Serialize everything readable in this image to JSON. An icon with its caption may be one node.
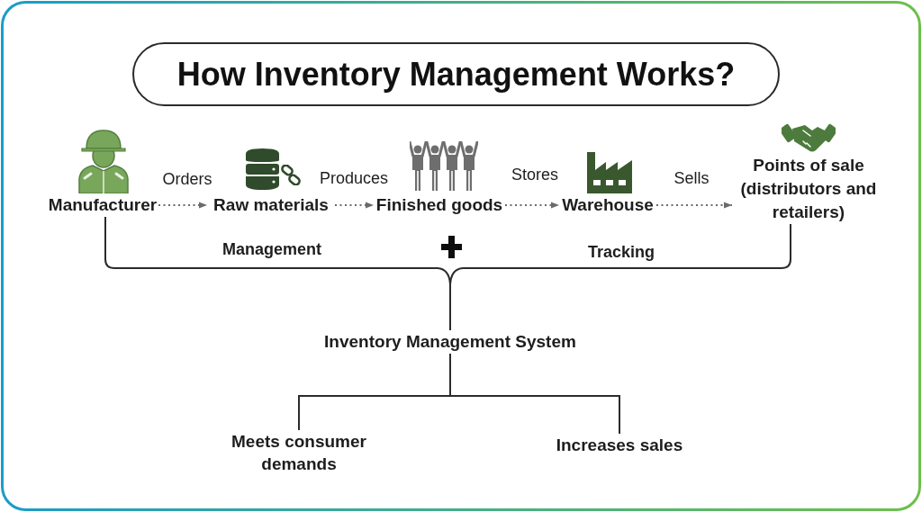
{
  "diagram": {
    "title": "How Inventory Management Works?",
    "nodes": [
      {
        "text": [
          "Manufacturer"
        ]
      },
      {
        "text": [
          "Raw materials"
        ]
      },
      {
        "text": [
          "Finished goods"
        ]
      },
      {
        "text": [
          "Warehouse"
        ]
      },
      {
        "text": [
          "Points of sale (distributors and retailers)"
        ]
      },
      {
        "text": [
          "Inventory Management System"
        ]
      },
      {
        "text": [
          "Meets consumer demands"
        ]
      },
      {
        "text": [
          "Increases sales"
        ]
      }
    ],
    "edges": [
      {
        "from": 0,
        "to": 1,
        "arrow": "to",
        "label": "Orders",
        "style": "dashed",
        "color": "#6b6b6b"
      },
      {
        "from": 1,
        "to": 2,
        "arrow": "to",
        "label": "Produces",
        "style": "dashed",
        "color": "#6b6b6b"
      },
      {
        "from": 2,
        "to": 3,
        "arrow": "to",
        "label": "Stores",
        "style": "dashed",
        "color": "#6b6b6b"
      },
      {
        "from": 3,
        "to": 4,
        "arrow": "to",
        "label": "Sells",
        "style": "dashed",
        "color": "#6b6b6b"
      },
      {
        "from": 0,
        "to": 5,
        "arrow": "none",
        "label": "Management"
      },
      {
        "from": 4,
        "to": 5,
        "arrow": "none",
        "label": "Tracking"
      },
      {
        "from": 5,
        "to": 6,
        "arrow": "none"
      },
      {
        "from": 5,
        "to": 7,
        "arrow": "none"
      }
    ]
  }
}
